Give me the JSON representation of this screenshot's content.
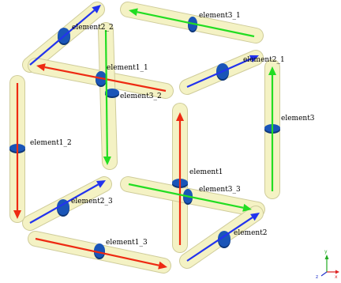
{
  "colors": {
    "background": "#ffffff",
    "beam_fill": "#f4f2c4",
    "beam_stroke": "#cfcc9a",
    "red": "#ee2a12",
    "green": "#22dd22",
    "blue": "#2233ee",
    "node": "#1a55b8",
    "node_edge": "#0d3577"
  },
  "labels": {
    "element1": "element1",
    "element1_1": "element1_1",
    "element1_2": "element1_2",
    "element1_3": "element1_3",
    "element2": "element2",
    "element2_1": "element2_1",
    "element2_2": "element2_2",
    "element2_3": "element2_3",
    "element3": "element3",
    "element3_1": "element3_1",
    "element3_2": "element3_2",
    "element3_3": "element3_3"
  },
  "triad": {
    "x": "x",
    "y": "y",
    "z": "z"
  }
}
